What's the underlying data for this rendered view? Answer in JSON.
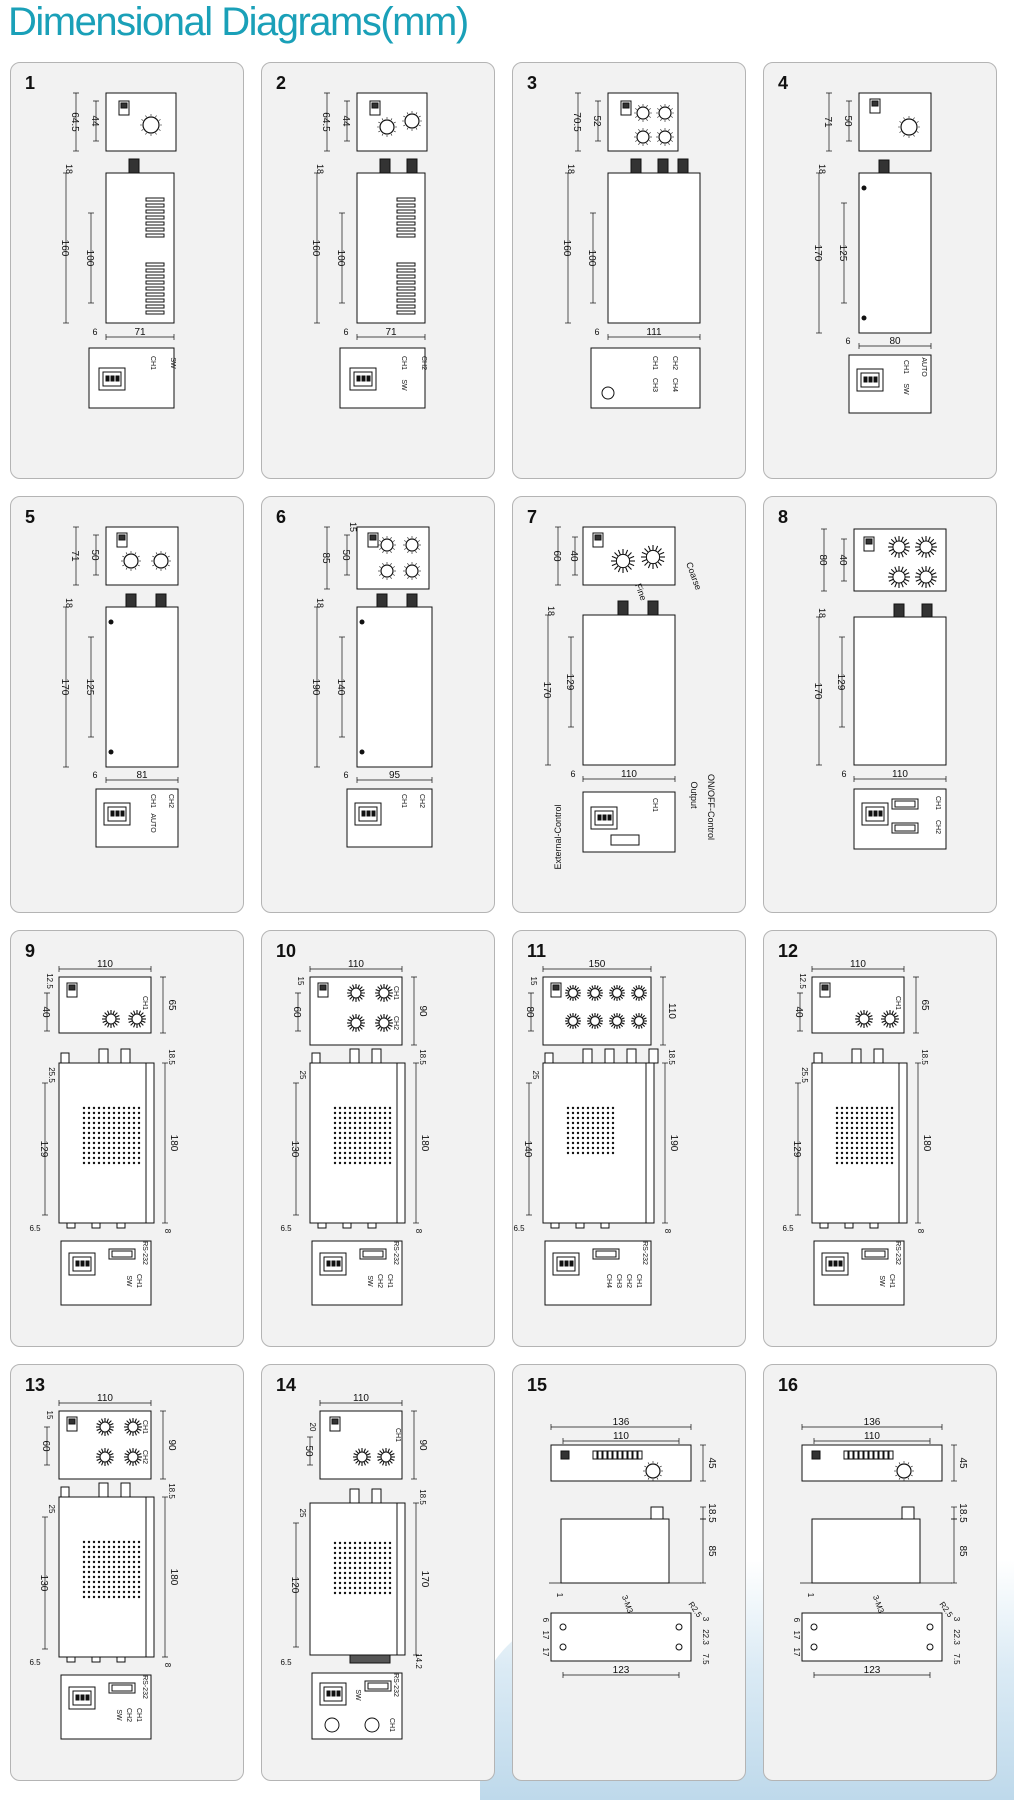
{
  "title": "Dimensional Diagrams(mm)",
  "panels": [
    {
      "id": "1",
      "top": [
        "64.5",
        "44"
      ],
      "side": [
        "18",
        "160",
        "100"
      ],
      "bottom": [
        "6",
        "71"
      ],
      "labels": [
        "CH1",
        "SW"
      ],
      "type": "A1"
    },
    {
      "id": "2",
      "top": [
        "64.5",
        "44"
      ],
      "side": [
        "18",
        "160",
        "100"
      ],
      "bottom": [
        "6",
        "71"
      ],
      "labels": [
        "CH1",
        "CH2",
        "SW"
      ],
      "type": "A2"
    },
    {
      "id": "3",
      "top": [
        "70.5",
        "52"
      ],
      "side": [
        "18",
        "160",
        "100"
      ],
      "bottom": [
        "6",
        "111"
      ],
      "labels": [
        "CH1",
        "CH2",
        "CH3",
        "CH4"
      ],
      "type": "A4"
    },
    {
      "id": "4",
      "top": [
        "71",
        "50"
      ],
      "side": [
        "18",
        "170",
        "125"
      ],
      "bottom": [
        "6",
        "80"
      ],
      "labels": [
        "CH1",
        "AUTO",
        "SW"
      ],
      "type": "B1"
    },
    {
      "id": "5",
      "top": [
        "71",
        "50"
      ],
      "side": [
        "18",
        "170",
        "125"
      ],
      "bottom": [
        "6",
        "81"
      ],
      "labels": [
        "CH1",
        "CH2",
        "AUTO"
      ],
      "type": "B2"
    },
    {
      "id": "6",
      "top": [
        "85",
        "50",
        "15"
      ],
      "side": [
        "18",
        "190",
        "140"
      ],
      "bottom": [
        "6",
        "95"
      ],
      "labels": [
        "CH1",
        "CH2"
      ],
      "type": "B4"
    },
    {
      "id": "7",
      "top": [
        "60",
        "40"
      ],
      "side": [
        "18",
        "170",
        "129"
      ],
      "bottom": [
        "6",
        "110"
      ],
      "labels": [
        "Fine",
        "Coarse",
        "Output",
        "ON/OFF-Control",
        "External-Control",
        "CH1"
      ],
      "type": "C"
    },
    {
      "id": "8",
      "top": [
        "80",
        "40"
      ],
      "side": [
        "18",
        "170",
        "129"
      ],
      "bottom": [
        "6",
        "110"
      ],
      "labels": [
        "CH1",
        "CH2"
      ],
      "type": "D"
    },
    {
      "id": "9",
      "top": [
        "110",
        "12.5",
        "40",
        "65"
      ],
      "side": [
        "18.5",
        "25.5",
        "129",
        "180",
        "6.5",
        "8"
      ],
      "labels": [
        "RS-232",
        "CH1",
        "SW"
      ],
      "type": "E1"
    },
    {
      "id": "10",
      "top": [
        "110",
        "15",
        "60",
        "90"
      ],
      "side": [
        "18.5",
        "25",
        "130",
        "180",
        "6.5",
        "8"
      ],
      "labels": [
        "RS-232",
        "CH1",
        "CH2",
        "SW"
      ],
      "type": "E2"
    },
    {
      "id": "11",
      "top": [
        "150",
        "15",
        "80",
        "110"
      ],
      "side": [
        "18.5",
        "25",
        "140",
        "190",
        "6.5",
        "8"
      ],
      "labels": [
        "RS-232",
        "CH1",
        "CH2",
        "CH3",
        "CH4"
      ],
      "type": "E4"
    },
    {
      "id": "12",
      "top": [
        "110",
        "12.5",
        "40",
        "65"
      ],
      "side": [
        "18.5",
        "25.5",
        "129",
        "180",
        "6.5",
        "8"
      ],
      "labels": [
        "RS-232",
        "CH1",
        "SW"
      ],
      "type": "E1"
    },
    {
      "id": "13",
      "top": [
        "110",
        "15",
        "60",
        "90"
      ],
      "side": [
        "18.5",
        "25",
        "130",
        "180",
        "6.5",
        "8"
      ],
      "labels": [
        "RS-232",
        "CH1",
        "CH2",
        "SW"
      ],
      "type": "E2"
    },
    {
      "id": "14",
      "top": [
        "110",
        "20",
        "50",
        "90"
      ],
      "side": [
        "18.5",
        "25",
        "120",
        "170",
        "6.5",
        "14.2"
      ],
      "labels": [
        "RS-232",
        "CH1",
        "SW"
      ],
      "type": "F"
    },
    {
      "id": "15",
      "top": [
        "136",
        "110",
        "45"
      ],
      "side": [
        "18.5",
        "85",
        "1"
      ],
      "bottom": [
        "3-M3",
        "R2.5",
        "6",
        "17",
        "17",
        "3",
        "22.3",
        "7.5",
        "123"
      ],
      "type": "G"
    },
    {
      "id": "16",
      "top": [
        "136",
        "110",
        "45"
      ],
      "side": [
        "18.5",
        "85",
        "1"
      ],
      "bottom": [
        "3-M3",
        "R2.5",
        "6",
        "17",
        "17",
        "3",
        "22.3",
        "7.5",
        "123"
      ],
      "type": "G"
    }
  ]
}
